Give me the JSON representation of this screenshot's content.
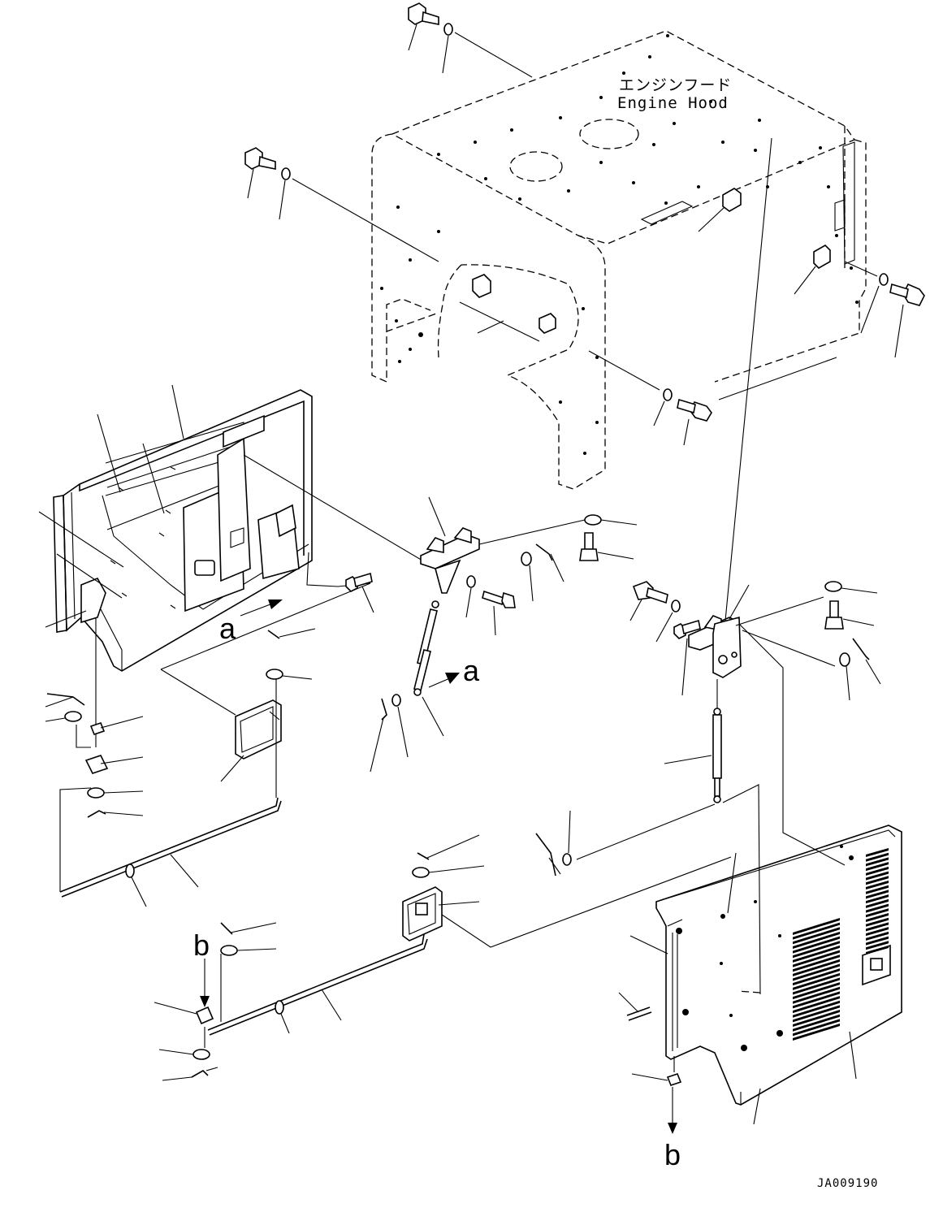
{
  "labels": {
    "title_jp": "エンジンフード",
    "title_en": "Engine Hood",
    "callout_a": "a",
    "callout_b": "b",
    "drawing_id": "JA009190"
  },
  "colors": {
    "line": "#000000",
    "background": "#ffffff"
  }
}
